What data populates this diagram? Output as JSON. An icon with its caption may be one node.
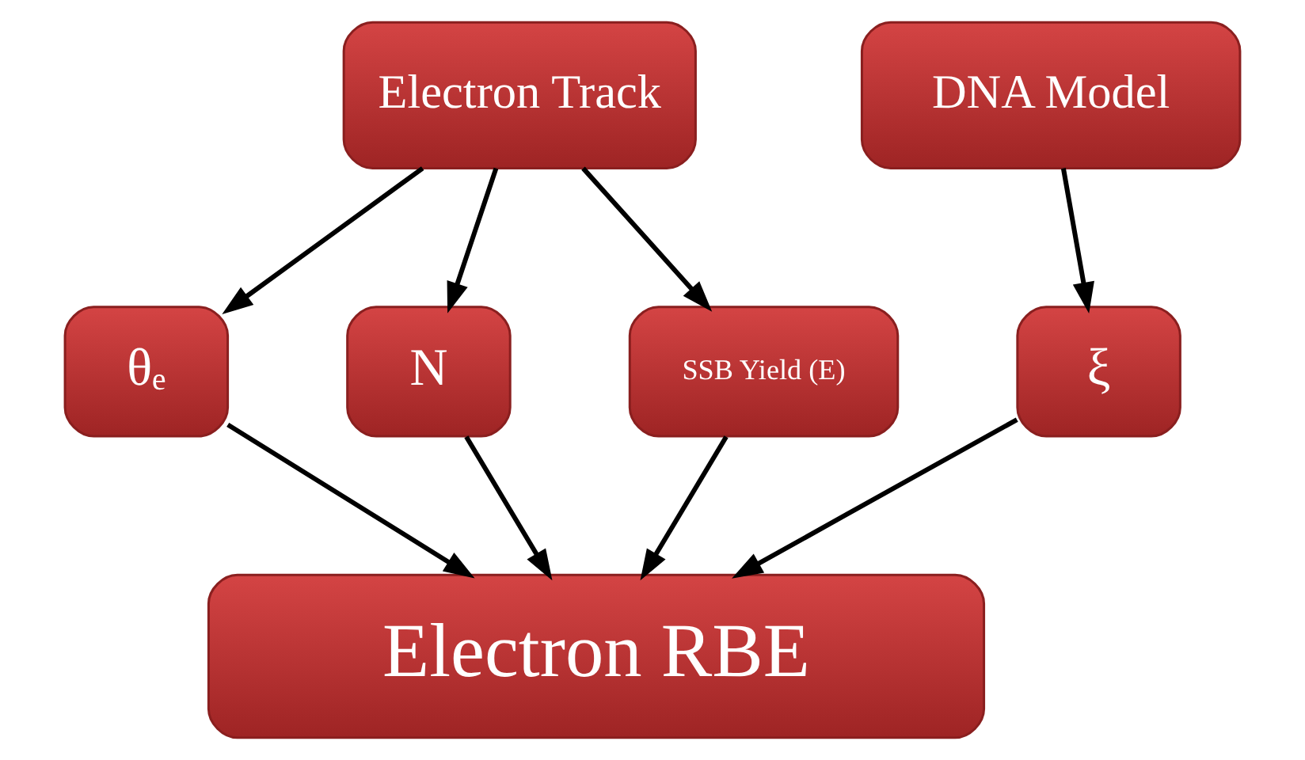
{
  "diagram": {
    "nodes": [
      {
        "text": [
          "Electron Track"
        ]
      },
      {
        "text": [
          "DNA Model"
        ]
      },
      {
        "text": [
          "θₑ"
        ]
      },
      {
        "text": [
          "N"
        ]
      },
      {
        "text": [
          "SSB Yield (E)"
        ]
      },
      {
        "text": [
          "ξ"
        ]
      },
      {
        "text": [
          "Electron RBE"
        ]
      }
    ],
    "edges": [
      {
        "from": 0,
        "to": 2,
        "arrow": "to"
      },
      {
        "from": 0,
        "to": 3,
        "arrow": "to"
      },
      {
        "from": 0,
        "to": 4,
        "arrow": "to"
      },
      {
        "from": 1,
        "to": 5,
        "arrow": "to"
      },
      {
        "from": 2,
        "to": 6,
        "arrow": "to"
      },
      {
        "from": 3,
        "to": 6,
        "arrow": "to"
      },
      {
        "from": 4,
        "to": 6,
        "arrow": "to"
      },
      {
        "from": 5,
        "to": 6,
        "arrow": "to"
      }
    ]
  }
}
